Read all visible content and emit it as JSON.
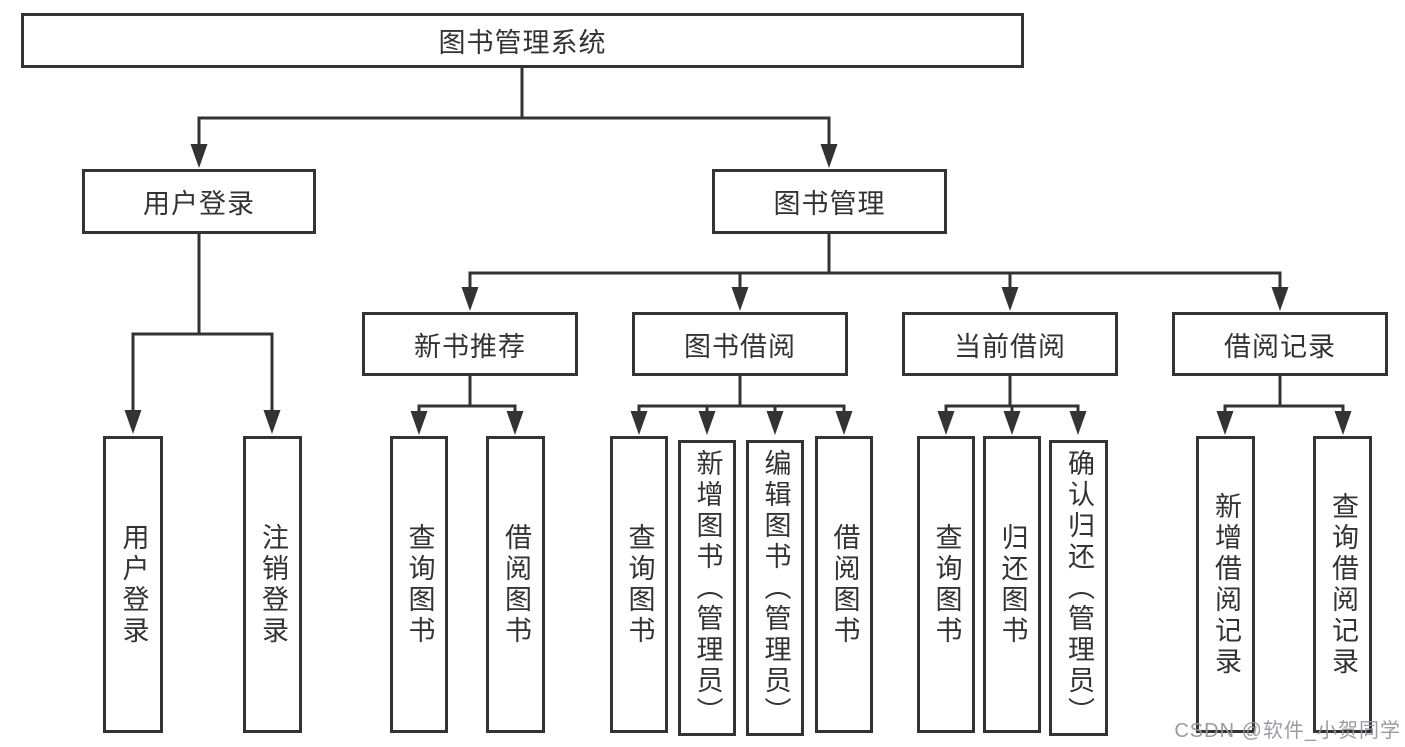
{
  "diagram": {
    "title_node": "图书管理系统",
    "nodes": {
      "root": {
        "label": "图书管理系统"
      },
      "user_login": {
        "label": "用户登录"
      },
      "book_mgmt": {
        "label": "图书管理"
      },
      "new_book_rec": {
        "label": "新书推荐"
      },
      "book_borrow": {
        "label": "图书借阅"
      },
      "current_borrow": {
        "label": "当前借阅"
      },
      "borrow_records": {
        "label": "借阅记录"
      },
      "user_login_leaf": {
        "label": "用户登录"
      },
      "logout_leaf": {
        "label": "注销登录"
      },
      "nb_query": {
        "label": "查询图书"
      },
      "nb_borrow": {
        "label": "借阅图书"
      },
      "bb_query": {
        "label": "查询图书"
      },
      "bb_add": {
        "label": "新增图书（管理员）"
      },
      "bb_edit": {
        "label": "编辑图书（管理员）"
      },
      "bb_borrow": {
        "label": "借阅图书"
      },
      "cb_query": {
        "label": "查询图书"
      },
      "cb_return": {
        "label": "归还图书"
      },
      "cb_confirm": {
        "label": "确认归还（管理员）"
      },
      "br_add": {
        "label": "新增借阅记录"
      },
      "br_query": {
        "label": "查询借阅记录"
      }
    },
    "edges": [
      [
        "root",
        "user_login"
      ],
      [
        "root",
        "book_mgmt"
      ],
      [
        "user_login",
        "user_login_leaf"
      ],
      [
        "user_login",
        "logout_leaf"
      ],
      [
        "book_mgmt",
        "new_book_rec"
      ],
      [
        "book_mgmt",
        "book_borrow"
      ],
      [
        "book_mgmt",
        "current_borrow"
      ],
      [
        "book_mgmt",
        "borrow_records"
      ],
      [
        "new_book_rec",
        "nb_query"
      ],
      [
        "new_book_rec",
        "nb_borrow"
      ],
      [
        "book_borrow",
        "bb_query"
      ],
      [
        "book_borrow",
        "bb_add"
      ],
      [
        "book_borrow",
        "bb_edit"
      ],
      [
        "book_borrow",
        "bb_borrow"
      ],
      [
        "current_borrow",
        "cb_query"
      ],
      [
        "current_borrow",
        "cb_return"
      ],
      [
        "current_borrow",
        "cb_confirm"
      ],
      [
        "borrow_records",
        "br_add"
      ],
      [
        "borrow_records",
        "br_query"
      ]
    ],
    "colors": {
      "line": "#333333",
      "text": "#333333",
      "box_background": "#ffffff",
      "page_background": "#ffffff",
      "watermark_text": "#96969e"
    },
    "watermark": "CSDN @软件_小贺同学"
  }
}
